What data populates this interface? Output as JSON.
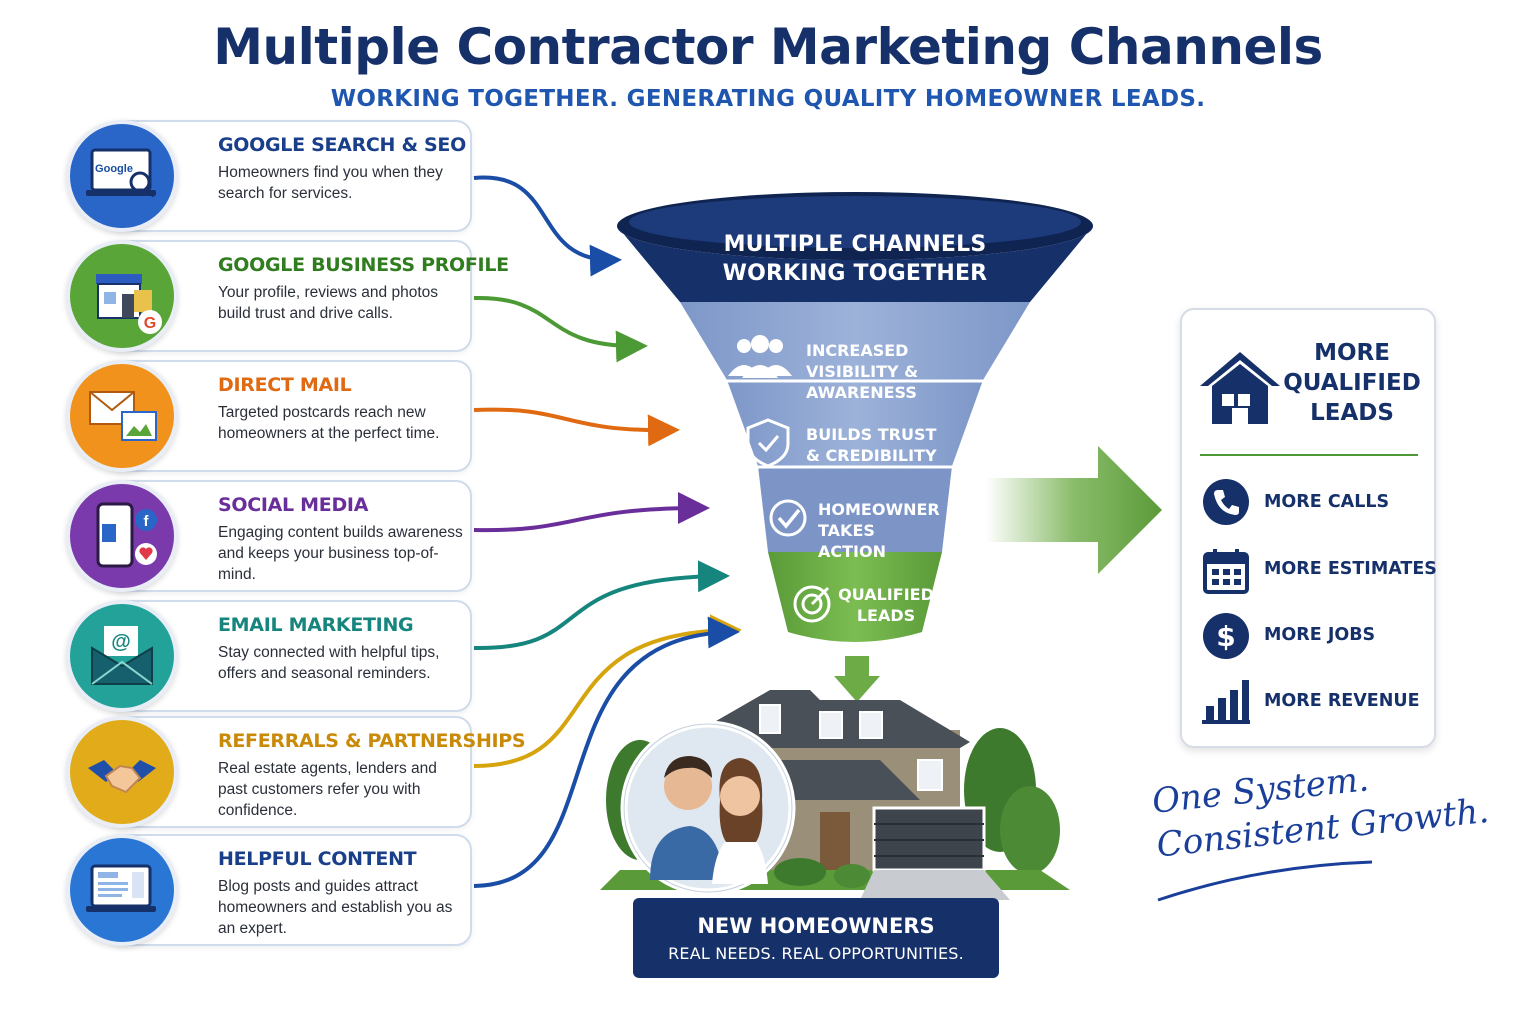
{
  "title": "Multiple Contractor Marketing Channels",
  "subtitle": "WORKING TOGETHER. GENERATING QUALITY HOMEOWNER LEADS.",
  "channels": [
    {
      "title": "GOOGLE SEARCH & SEO",
      "description": "Homeowners find you when they search for services.",
      "color": "#1a4da6",
      "icon": "laptop-search-icon",
      "icon_text": "Google"
    },
    {
      "title": "GOOGLE BUSINESS PROFILE",
      "description": "Your profile, reviews and photos build trust and drive calls.",
      "color": "#2f7d1e",
      "icon": "storefront-icon"
    },
    {
      "title": "DIRECT MAIL",
      "description": "Targeted postcards reach new homeowners at the perfect time.",
      "color": "#e06a12",
      "icon": "envelope-postcard-icon"
    },
    {
      "title": "SOCIAL MEDIA",
      "description": "Engaging content builds awareness and keeps your business top-of-mind.",
      "color": "#6a2e9a",
      "icon": "phone-like-icon"
    },
    {
      "title": "EMAIL MARKETING",
      "description": "Stay connected with helpful tips, offers and seasonal reminders.",
      "color": "#16857e",
      "icon": "email-icon"
    },
    {
      "title": "REFERRALS & PARTNERSHIPS",
      "description": "Real estate agents, lenders and past customers refer you with confidence.",
      "color": "#c98a08",
      "icon": "handshake-icon"
    },
    {
      "title": "HELPFUL CONTENT",
      "description": "Blog posts and guides attract homeowners and establish you as an expert.",
      "color": "#1a4da6",
      "icon": "laptop-blog-icon"
    }
  ],
  "funnel": {
    "top": "MULTIPLE CHANNELS WORKING TOGETHER",
    "steps": [
      {
        "label": "INCREASED VISIBILITY & AWARENESS",
        "icon": "people-icon"
      },
      {
        "label": "BUILDS TRUST & CREDIBILITY",
        "icon": "shield-check-icon"
      },
      {
        "label": "HOMEOWNER TAKES ACTION",
        "icon": "check-circle-icon"
      },
      {
        "label": "QUALIFIED LEADS",
        "icon": "target-icon"
      }
    ],
    "colors": {
      "top": "#16306a",
      "middle": "#8aa2cf",
      "bottom": "#6cab45"
    }
  },
  "homeowners": {
    "title": "NEW HOMEOWNERS",
    "subtitle": "REAL NEEDS. REAL OPPORTUNITIES."
  },
  "results": {
    "title": "MORE QUALIFIED LEADS",
    "items": [
      {
        "label": "MORE CALLS",
        "icon": "phone-icon"
      },
      {
        "label": "MORE ESTIMATES",
        "icon": "calendar-icon"
      },
      {
        "label": "MORE JOBS",
        "icon": "dollar-icon"
      },
      {
        "label": "MORE REVENUE",
        "icon": "bar-chart-icon"
      }
    ]
  },
  "tagline": {
    "line1": "One System.",
    "line2": "Consistent Growth."
  },
  "colors": {
    "navy": "#16306a",
    "accent_blue": "#1f56b0",
    "green": "#4c9a35"
  }
}
